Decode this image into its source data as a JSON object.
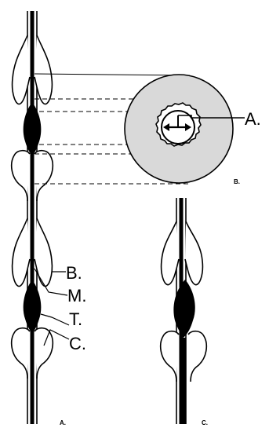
{
  "labels": {
    "callout_a": "A.",
    "callout_b": "B.",
    "callout_m": "M.",
    "callout_t": "T.",
    "callout_c": "C.",
    "panel_a": "A.",
    "panel_b": "B.",
    "panel_c": "C."
  },
  "colors": {
    "ink": "#000000",
    "cross_section_fill": "#d9d9d9",
    "background": "#ffffff"
  }
}
